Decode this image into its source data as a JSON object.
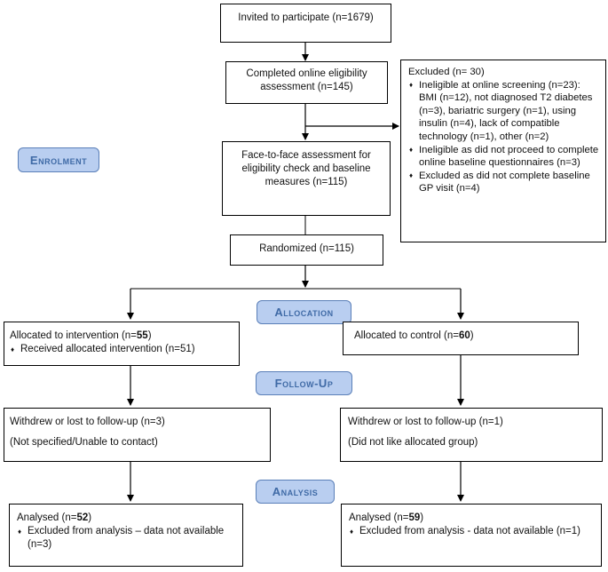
{
  "invited": "Invited to participate (n=1679)",
  "completed": "Completed online eligibility assessment (n=145)",
  "face_to_face": "Face-to-face assessment for eligibility check and baseline measures (n=115)",
  "randomized": "Randomized (n=115)",
  "excluded": {
    "title": "Excluded (n= 30)",
    "items": [
      "Ineligible at online screening (n=23): BMI (n=12), not diagnosed T2 diabetes (n=3), bariatric surgery (n=1), using insulin (n=4), lack of compatible technology (n=1), other (n=2)",
      "Ineligible as did not proceed to complete online baseline questionnaires (n=3)",
      "Excluded as did not complete baseline GP visit (n=4)"
    ]
  },
  "stages": {
    "enrolment": "Enrolment",
    "allocation": "Allocation",
    "follow_up": "Follow-Up",
    "analysis": "Analysis"
  },
  "intervention": {
    "allocated_prefix": "Allocated to intervention (n=",
    "allocated_n": "55",
    "allocated_suffix": ")",
    "received": "Received allocated intervention (n=51)",
    "withdrew": "Withdrew or lost to follow-up (n=3)",
    "withdrew_reason": "(Not specified/Unable to contact)",
    "analysed_prefix": "Analysed (n=",
    "analysed_n": "52",
    "analysed_suffix": ")",
    "excluded": "Excluded from analysis – data not available (n=3)"
  },
  "control": {
    "allocated_prefix": "Allocated to control (n=",
    "allocated_n": "60",
    "allocated_suffix": ")",
    "withdrew": "Withdrew or lost to follow-up (n=1)",
    "withdrew_reason": "(Did not like allocated group)",
    "analysed_prefix": "Analysed (n=",
    "analysed_n": "59",
    "analysed_suffix": ")",
    "excluded": "Excluded from analysis - data not available (n=1)"
  }
}
